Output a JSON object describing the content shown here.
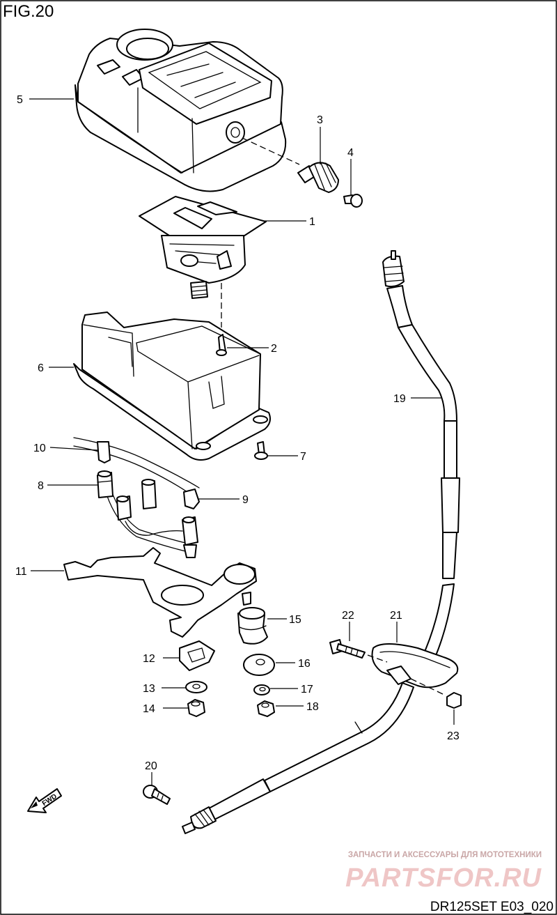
{
  "figure": {
    "title": "FIG.20",
    "code": "DR125SET E03_020"
  },
  "direction_marker": {
    "label": "FWD",
    "icon": "fwd-arrow-icon"
  },
  "watermark": {
    "tagline": "ЗАПЧАСТИ И АКСЕССУАРЫ ДЛЯ МОТОТЕХНИКИ",
    "brand": "PARTSFOR.RU",
    "color": "#efc6c6"
  },
  "parts": [
    {
      "ref": "1"
    },
    {
      "ref": "2"
    },
    {
      "ref": "3"
    },
    {
      "ref": "4"
    },
    {
      "ref": "5"
    },
    {
      "ref": "6"
    },
    {
      "ref": "7"
    },
    {
      "ref": "8"
    },
    {
      "ref": "9"
    },
    {
      "ref": "10"
    },
    {
      "ref": "11"
    },
    {
      "ref": "12"
    },
    {
      "ref": "13"
    },
    {
      "ref": "14"
    },
    {
      "ref": "15"
    },
    {
      "ref": "16"
    },
    {
      "ref": "17"
    },
    {
      "ref": "18"
    },
    {
      "ref": "19"
    },
    {
      "ref": "20"
    },
    {
      "ref": "21"
    },
    {
      "ref": "22"
    },
    {
      "ref": "23"
    }
  ]
}
